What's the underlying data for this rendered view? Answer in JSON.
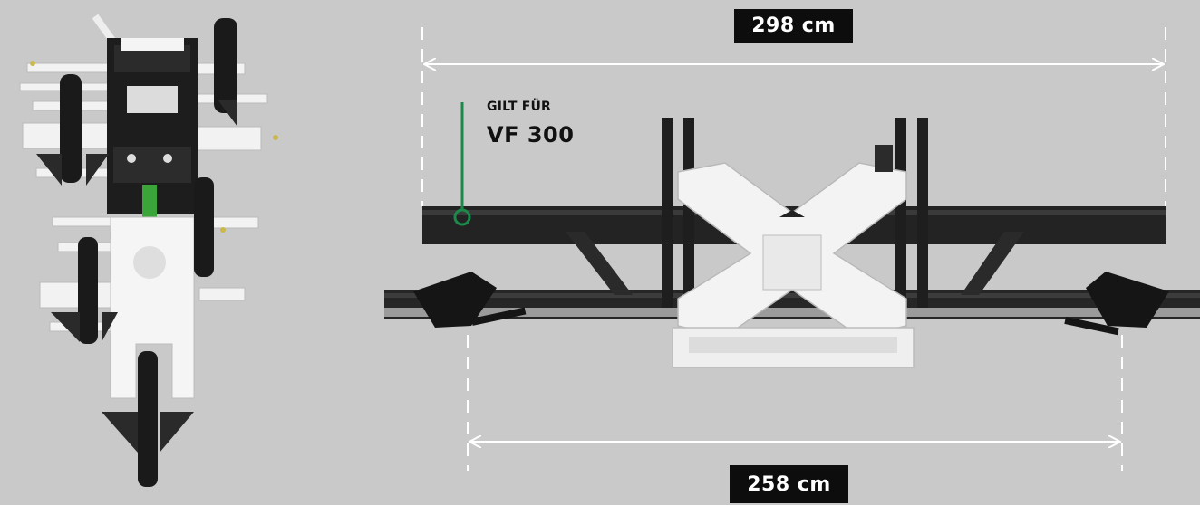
{
  "dimensions": {
    "overall_width": "298 cm",
    "inner_width": "258 cm"
  },
  "note": {
    "line1": "GILT FÜR",
    "line2": "VF 300"
  },
  "colors": {
    "background": "#c9c9c9",
    "label_bg": "#0d0d0d",
    "label_text": "#ffffff",
    "marker": "#1a8a4a",
    "dimension_line": "#ffffff"
  }
}
